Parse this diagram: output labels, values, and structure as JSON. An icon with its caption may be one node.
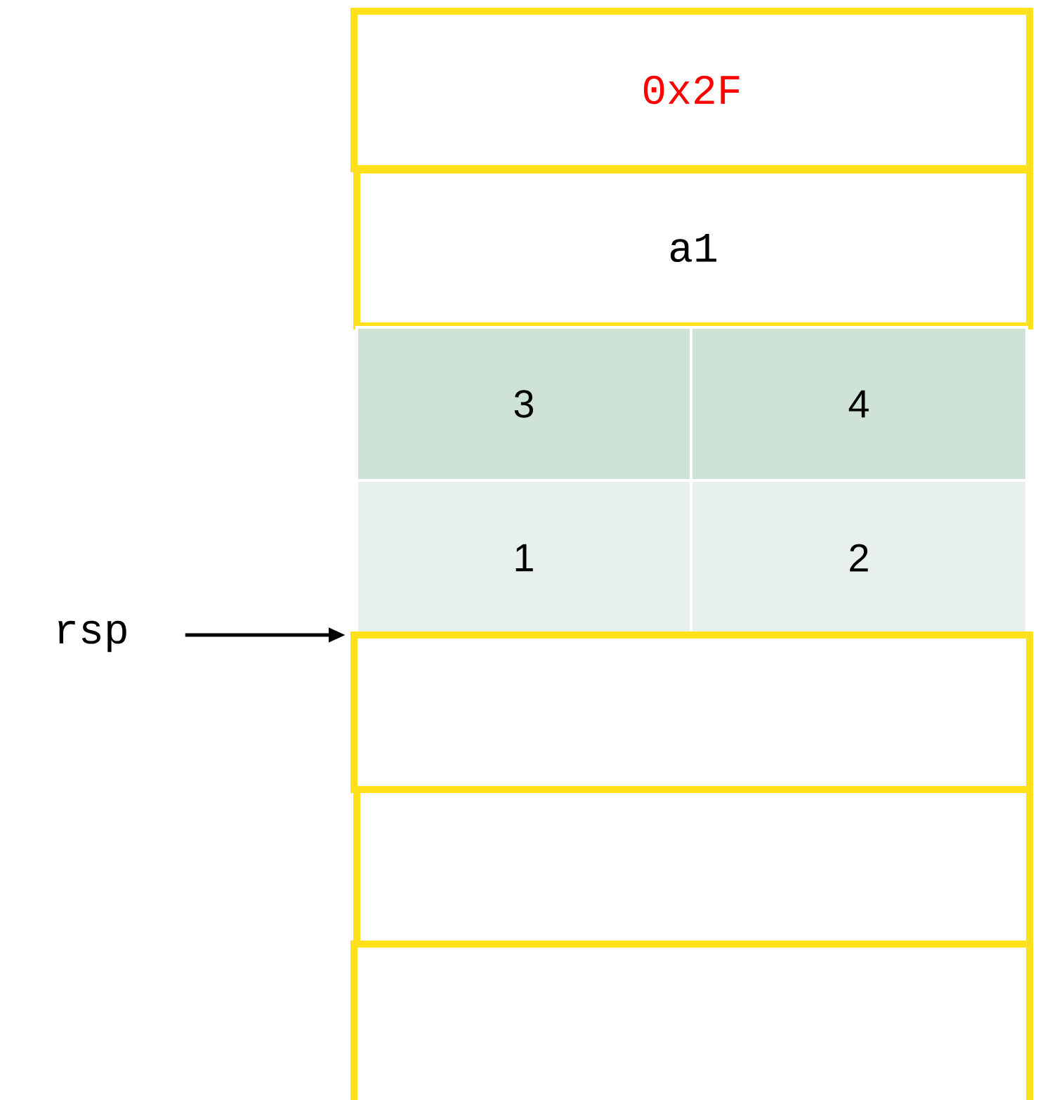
{
  "diagram": {
    "nodes": [
      {
        "text": [
          "0x2F"
        ]
      },
      {
        "text": [
          "a1"
        ]
      },
      {
        "text": [
          "3"
        ]
      },
      {
        "text": [
          "4"
        ]
      },
      {
        "text": [
          "1"
        ]
      },
      {
        "text": [
          "2"
        ]
      },
      {
        "text": [],
        "shape": "box"
      },
      {
        "text": [],
        "shape": "box"
      },
      {
        "text": [],
        "shape": "box"
      },
      {
        "text": [
          "rsp"
        ]
      }
    ],
    "edges": [
      {
        "from": 9,
        "to": 6,
        "arrow": "to"
      }
    ]
  }
}
